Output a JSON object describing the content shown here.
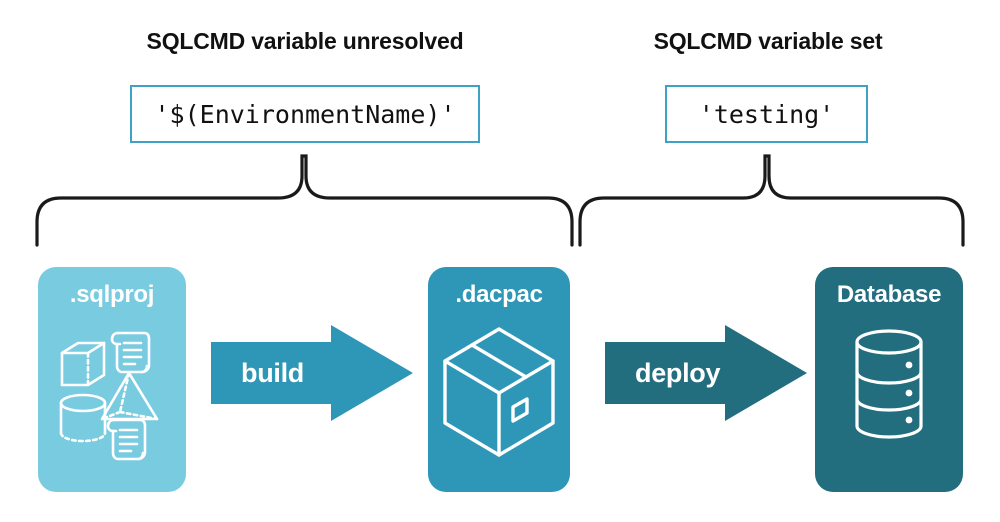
{
  "diagram": {
    "title_left": "SQLCMD variable unresolved",
    "title_right": "SQLCMD variable set",
    "code_left": "'$(EnvironmentName)'",
    "code_right": "'testing'",
    "colors": {
      "light_teal": "#79CBE0",
      "mid_teal": "#2E97B7",
      "dark_teal": "#226E7F",
      "border_teal": "#3FA2C4",
      "text_dark": "#111111",
      "white": "#FFFFFF",
      "background": "#FFFFFF"
    },
    "stages": [
      {
        "id": "sqlproj",
        "label": ".sqlproj",
        "fill": "#79CBE0",
        "icons": [
          "cube-icon",
          "script-scroll-icon",
          "pyramid-icon",
          "cylinder-icon",
          "script-scroll-icon"
        ]
      },
      {
        "id": "dacpac",
        "label": ".dacpac",
        "fill": "#2E97B7",
        "icons": [
          "package-box-icon"
        ]
      },
      {
        "id": "database",
        "label": "Database",
        "fill": "#226E7F",
        "icons": [
          "database-cylinder-icon"
        ]
      }
    ],
    "arrows": [
      {
        "id": "build",
        "label": "build",
        "fill": "#2E97B7"
      },
      {
        "id": "deploy",
        "label": "deploy",
        "fill": "#226E7F"
      }
    ],
    "braces": [
      {
        "id": "brace-left",
        "spans": [
          "sqlproj",
          "dacpac"
        ]
      },
      {
        "id": "brace-right",
        "spans": [
          "dacpac",
          "database"
        ]
      }
    ]
  }
}
